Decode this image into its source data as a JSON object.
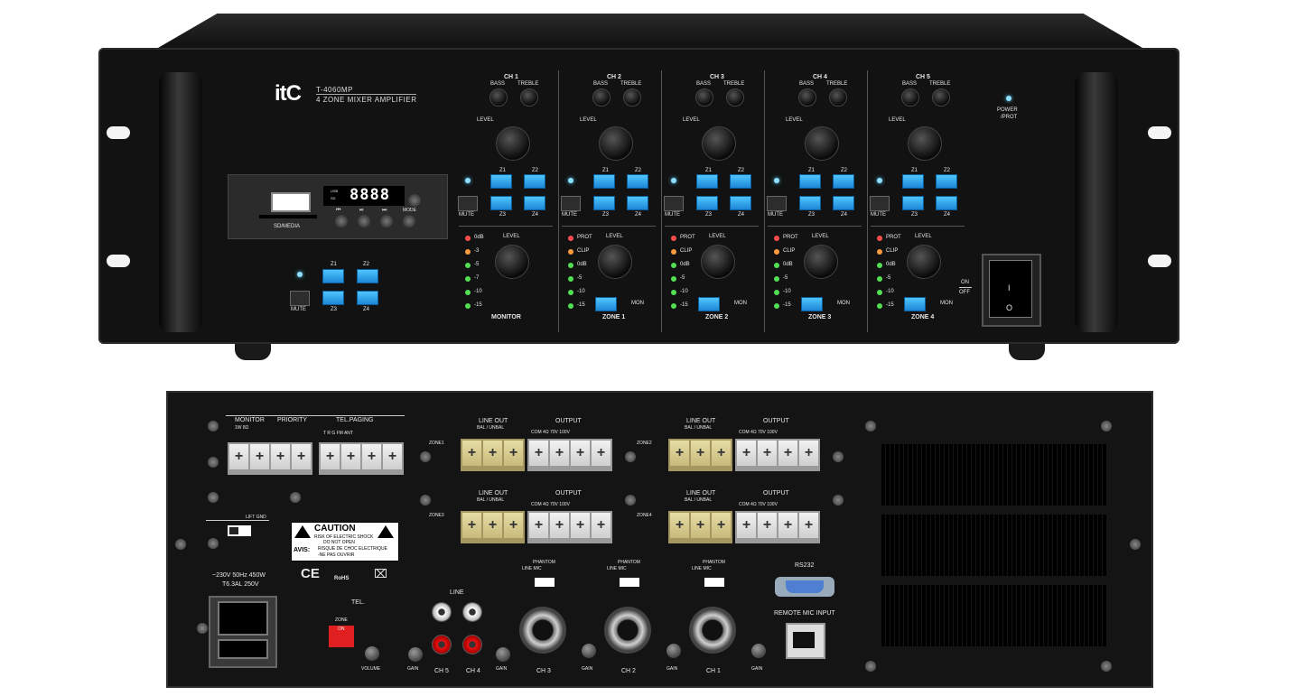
{
  "brand": "itC",
  "front": {
    "model": "T-4060MP",
    "subtitle": "4 ZONE MIXER AMPLIFIER",
    "channels": [
      "CH 1",
      "CH 2",
      "CH 3",
      "CH 4",
      "CH 5"
    ],
    "bass": "BASS",
    "treble": "TREBLE",
    "level": "LEVEL",
    "zone_btns": [
      "Z1",
      "Z2",
      "Z3",
      "Z4"
    ],
    "mute": "MUTE",
    "mon": "MON",
    "bottom_labels": [
      "MONITOR",
      "ZONE 1",
      "ZONE 2",
      "ZONE 3",
      "ZONE 4"
    ],
    "monitor_meter": [
      "0dB",
      "-3",
      "-5",
      "-7",
      "-10",
      "-15"
    ],
    "zone_meter": [
      "PROT",
      "CLIP",
      "0dB",
      "-5",
      "-10",
      "-15"
    ],
    "media": {
      "display": "8888",
      "slot": "SD/MEDIA",
      "usb": "USB",
      "sd": "SD",
      "mode": "MODE"
    },
    "power": "POWER",
    "prot": "/PROT",
    "on": "ON",
    "off": "OFF",
    "rocker_on": "I",
    "rocker_off": "O"
  },
  "rear": {
    "monitor": "MONITOR",
    "monitor_sub": "1W   8Ω",
    "priority": "PRIORITY",
    "tel_paging": "TEL.PAGING",
    "tel_sub": "T    R    G   FM ANT",
    "line_out": "LINE OUT",
    "bal_unbal": "BAL / UNBAL",
    "output": "OUTPUT",
    "output_sub": "COM   4Ω   70V  100V",
    "zones": [
      "ZONE1",
      "ZONE2",
      "ZONE3",
      "ZONE4"
    ],
    "lift_gnd": "LIFT GND",
    "caution": "CAUTION",
    "caution_l1": "RISK OF ELECTRIC SHOCK",
    "caution_l2": "DO NOT OPEN",
    "avis": "AVIS:",
    "avis_l1": "RISQUE DE CHOC ELECTRIQUE",
    "avis_l2": "-NE PAS OUVRIR",
    "ce": "CE",
    "rohs": "RoHS",
    "power_spec_1": "~230V  50Hz  450W",
    "power_spec_2": "T6.3AL  250V",
    "tel": "TEL.",
    "zone": "ZONE",
    "dip_on": "ON",
    "volume": "VOLUME",
    "line": "LINE",
    "phantom": "PHANTOM",
    "line_mic": "LINE    MIC",
    "gain": "GAIN",
    "rear_channels": [
      "CH 5",
      "CH 4",
      "CH 3",
      "CH 2",
      "CH 1"
    ],
    "rs232": "RS232",
    "remote_mic": "REMOTE MIC INPUT"
  }
}
